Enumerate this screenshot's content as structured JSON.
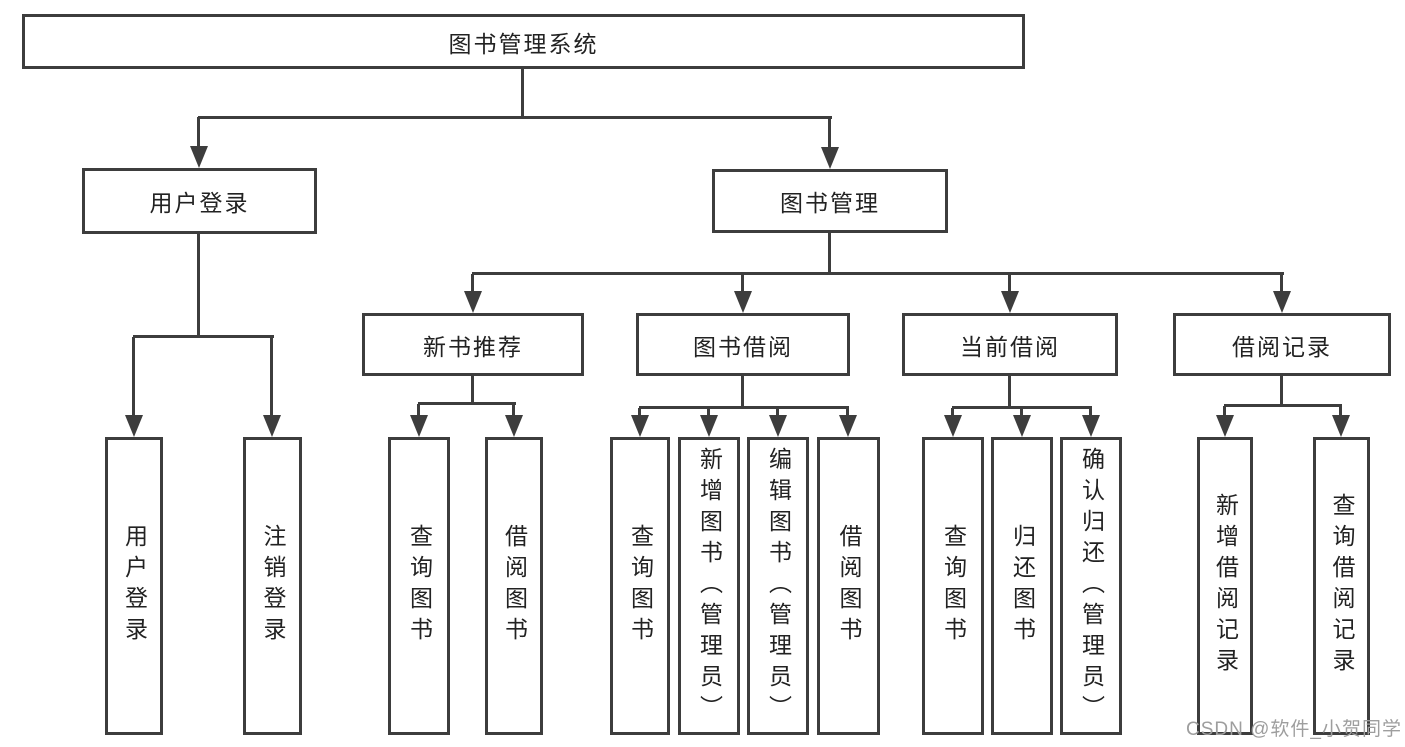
{
  "diagram_title": "图书管理系统",
  "tree": {
    "root": {
      "label": "图书管理系统",
      "children": [
        {
          "label": "用户登录",
          "children": [
            {
              "label": "用户登录"
            },
            {
              "label": "注销登录"
            }
          ]
        },
        {
          "label": "图书管理",
          "children": [
            {
              "label": "新书推荐",
              "children": [
                {
                  "label": "查询图书"
                },
                {
                  "label": "借阅图书"
                }
              ]
            },
            {
              "label": "图书借阅",
              "children": [
                {
                  "label": "查询图书"
                },
                {
                  "label": "新增图书（管理员）"
                },
                {
                  "label": "编辑图书（管理员）"
                },
                {
                  "label": "借阅图书"
                }
              ]
            },
            {
              "label": "当前借阅",
              "children": [
                {
                  "label": "查询图书"
                },
                {
                  "label": "归还图书"
                },
                {
                  "label": "确认归还（管理员）"
                }
              ]
            },
            {
              "label": "借阅记录",
              "children": [
                {
                  "label": "新增借阅记录"
                },
                {
                  "label": "查询借阅记录"
                }
              ]
            }
          ]
        }
      ]
    }
  },
  "watermark": "CSDN @软件_小贺同学",
  "colors": {
    "line": "#3d3d3d",
    "text": "#222222",
    "watermark": "#9e9e9e",
    "background": "#ffffff"
  }
}
